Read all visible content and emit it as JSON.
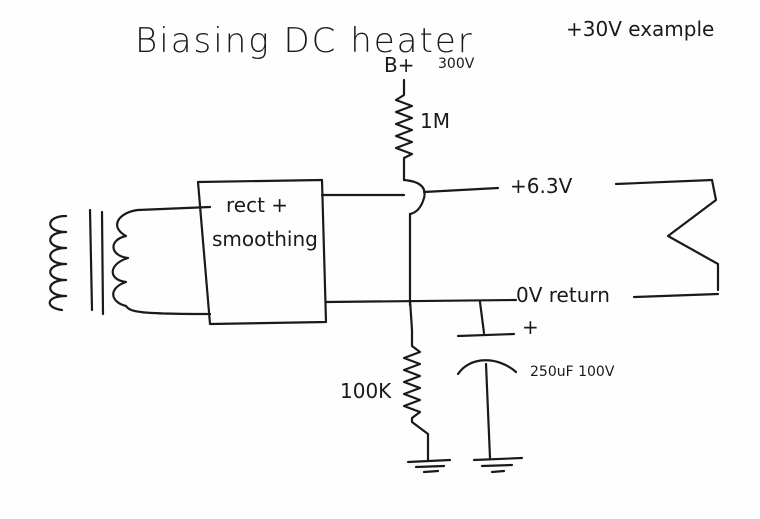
{
  "title": "Biasing DC heater",
  "subtitle": "+30V example",
  "labels": {
    "bplus": "B+",
    "bplus_voltage": "300V",
    "r_top": "1M",
    "box_line1": "rect +",
    "box_line2": "smoothing",
    "heater_plus": "+6.3V",
    "return": "0V return",
    "cap_plus": "+",
    "cap_value": "250uF 100V",
    "r_bottom": "100K"
  }
}
